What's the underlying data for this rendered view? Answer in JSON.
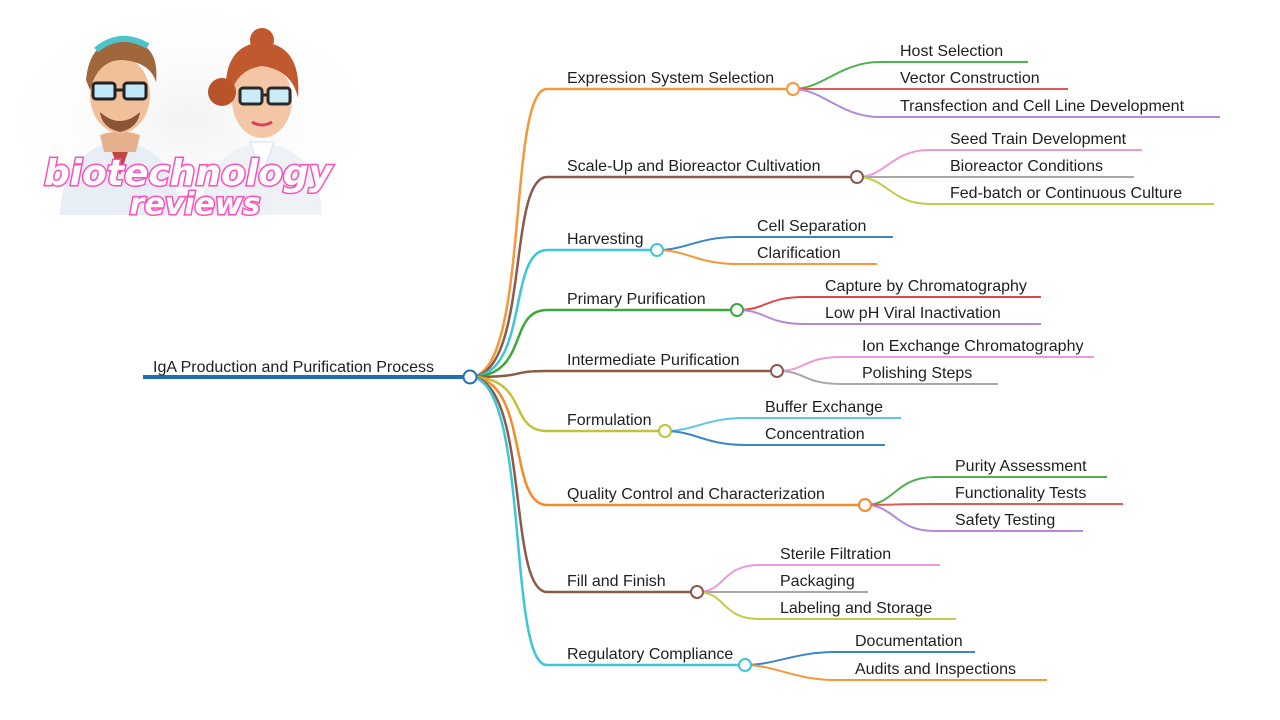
{
  "logo": {
    "line1": "biotechnology",
    "line2": "reviews"
  },
  "mindmap": {
    "root": "IgA Production and Purification Process",
    "root_color": "#1f6fb2",
    "branches": [
      {
        "label": "Expression System Selection",
        "color": "#f5973a",
        "children": [
          {
            "label": "Host Selection",
            "color": "#4fb34f"
          },
          {
            "label": "Vector Construction",
            "color": "#e05a5a"
          },
          {
            "label": "Transfection and Cell Line Development",
            "color": "#b48ad6"
          }
        ]
      },
      {
        "label": "Scale-Up and Bioreactor Cultivation",
        "color": "#8b5a4a",
        "children": [
          {
            "label": "Seed Train Development",
            "color": "#ef9ad8"
          },
          {
            "label": "Bioreactor Conditions",
            "color": "#a8a8a8"
          },
          {
            "label": "Fed-batch or Continuous Culture",
            "color": "#c8c84a"
          }
        ]
      },
      {
        "label": "Harvesting",
        "color": "#3ec6d6",
        "children": [
          {
            "label": "Cell Separation",
            "color": "#3a86c8"
          },
          {
            "label": "Clarification",
            "color": "#f5973a"
          }
        ]
      },
      {
        "label": "Primary Purification",
        "color": "#3aa83a",
        "children": [
          {
            "label": "Capture by Chromatography",
            "color": "#e04848"
          },
          {
            "label": "Low pH Viral Inactivation",
            "color": "#b48ad6"
          }
        ]
      },
      {
        "label": "Intermediate Purification",
        "color": "#8b5a4a",
        "children": [
          {
            "label": "Ion Exchange Chromatography",
            "color": "#ef9ad8"
          },
          {
            "label": "Polishing Steps",
            "color": "#a8a8a8"
          }
        ]
      },
      {
        "label": "Formulation",
        "color": "#c2c23a",
        "children": [
          {
            "label": "Buffer Exchange",
            "color": "#5cc8dc"
          },
          {
            "label": "Concentration",
            "color": "#3a86c8"
          }
        ]
      },
      {
        "label": "Quality Control and Characterization",
        "color": "#f58a2a",
        "children": [
          {
            "label": "Purity Assessment",
            "color": "#4fb34f"
          },
          {
            "label": "Functionality Tests",
            "color": "#e05a5a"
          },
          {
            "label": "Safety Testing",
            "color": "#b48ad6"
          }
        ]
      },
      {
        "label": "Fill and Finish",
        "color": "#8b5a4a",
        "children": [
          {
            "label": "Sterile Filtration",
            "color": "#ef9ad8"
          },
          {
            "label": "Packaging",
            "color": "#a8a8a8"
          },
          {
            "label": "Labeling and Storage",
            "color": "#c8c84a"
          }
        ]
      },
      {
        "label": "Regulatory Compliance",
        "color": "#3ec6d6",
        "children": [
          {
            "label": "Documentation",
            "color": "#3a86c8"
          },
          {
            "label": "Audits and Inspections",
            "color": "#f5973a"
          }
        ]
      }
    ]
  }
}
